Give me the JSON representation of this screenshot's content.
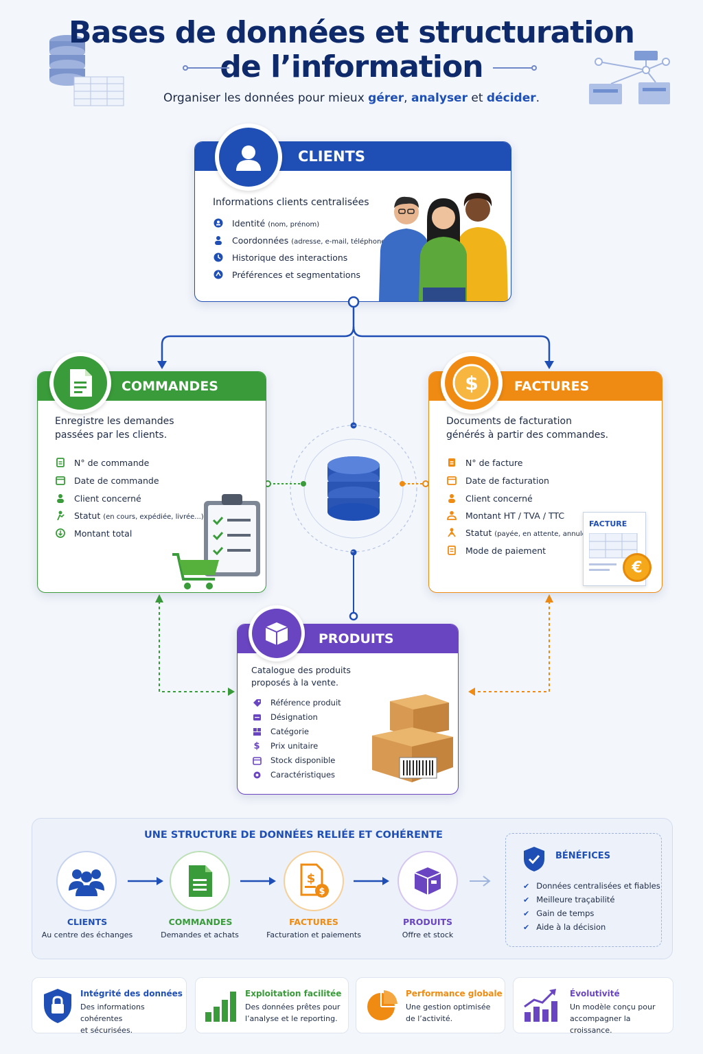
{
  "header": {
    "title_line1": "Bases de données et structuration",
    "title_line2": "de l’information",
    "subtitle_before": "Organiser les données pour mieux ",
    "subtitle_hl1": "gérer",
    "subtitle_sep1": ", ",
    "subtitle_hl2": "analyser",
    "subtitle_sep2": " et ",
    "subtitle_hl3": "décider",
    "subtitle_end": "."
  },
  "colors": {
    "blue": "#1f4fb5",
    "green": "#3a9b3a",
    "orange": "#ef8b12",
    "purple": "#6a45c2",
    "navy": "#0f2a6b"
  },
  "clients": {
    "title": "CLIENTS",
    "desc": "Informations clients centralisées",
    "items": [
      {
        "label": "Identité",
        "small": "(nom, prénom)",
        "icon": "id-icon"
      },
      {
        "label": "Coordonnées",
        "small": "(adresse, e-mail, téléphone)",
        "icon": "contact-icon"
      },
      {
        "label": "Historique des interactions",
        "small": "",
        "icon": "history-icon"
      },
      {
        "label": "Préférences et segmentations",
        "small": "",
        "icon": "preferences-icon"
      }
    ]
  },
  "commandes": {
    "title": "COMMANDES",
    "desc_line1": "Enregistre les demandes",
    "desc_line2": "passées par les clients.",
    "items": [
      {
        "label": "N° de commande",
        "small": "",
        "icon": "doc-icon"
      },
      {
        "label": "Date de commande",
        "small": "",
        "icon": "calendar-icon"
      },
      {
        "label": "Client concerné",
        "small": "",
        "icon": "user-icon"
      },
      {
        "label": "Statut",
        "small": "(en cours, expédiée, livrée...)",
        "icon": "status-icon"
      },
      {
        "label": "Montant total",
        "small": "",
        "icon": "amount-icon"
      }
    ]
  },
  "factures": {
    "title": "FACTURES",
    "desc_line1": "Documents de facturation",
    "desc_line2": "générés à partir des commandes.",
    "items": [
      {
        "label": "N° de facture",
        "small": "",
        "icon": "doc-icon"
      },
      {
        "label": "Date de facturation",
        "small": "",
        "icon": "calendar-icon"
      },
      {
        "label": "Client concerné",
        "small": "",
        "icon": "user-icon"
      },
      {
        "label": "Montant HT / TVA / TTC",
        "small": "",
        "icon": "users-icon"
      },
      {
        "label": "Statut",
        "small": "(payée, en attente, annulée...)",
        "icon": "status-icon"
      },
      {
        "label": "Mode de paiement",
        "small": "",
        "icon": "payment-icon"
      }
    ],
    "invoice_label": "FACTURE",
    "currency_symbol": "€"
  },
  "produits": {
    "title": "PRODUITS",
    "desc_line1": "Catalogue des produits",
    "desc_line2": "proposés à la vente.",
    "items": [
      {
        "label": "Référence produit",
        "icon": "tag-icon"
      },
      {
        "label": "Désignation",
        "icon": "label-icon"
      },
      {
        "label": "Catégorie",
        "icon": "category-icon"
      },
      {
        "label": "Prix unitaire",
        "icon": "dollar-icon"
      },
      {
        "label": "Stock disponible",
        "icon": "stock-icon"
      },
      {
        "label": "Caractéristiques",
        "icon": "gear-icon"
      }
    ]
  },
  "flow": {
    "title": "UNE STRUCTURE DE DONNÉES RELIÉE ET COHÉRENTE",
    "steps": [
      {
        "label": "CLIENTS",
        "sub": "Au centre des échanges"
      },
      {
        "label": "COMMANDES",
        "sub": "Demandes et achats"
      },
      {
        "label": "FACTURES",
        "sub": "Facturation et paiements"
      },
      {
        "label": "PRODUITS",
        "sub": "Offre et stock"
      }
    ]
  },
  "benefices": {
    "title": "BÉNÉFICES",
    "items": [
      "Données centralisées et fiables",
      "Meilleure traçabilité",
      "Gain de temps",
      "Aide à la décision"
    ]
  },
  "features": [
    {
      "title": "Intégrité des données",
      "line1": "Des informations cohérentes",
      "line2": "et sécurisées."
    },
    {
      "title": "Exploitation facilitée",
      "line1": "Des données prêtes pour",
      "line2": "l’analyse et le reporting."
    },
    {
      "title": "Performance globale",
      "line1": "Une gestion optimisée",
      "line2": "de l’activité."
    },
    {
      "title": "Évolutivité",
      "line1": "Un modèle conçu pour",
      "line2": "accompagner la croissance."
    }
  ]
}
